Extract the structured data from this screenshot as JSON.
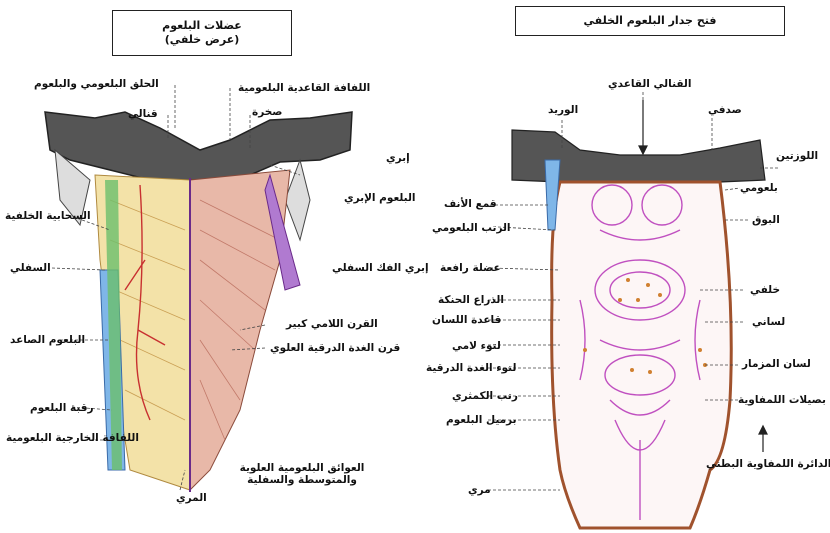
{
  "left_panel": {
    "title_line1": "عضلات البلعوم",
    "title_line2": "(عرض خلفي)",
    "labels": {
      "pharyngeal_raphe": "الحلق البلعومي والبلعوم",
      "basilar_aponeurosis": "اللفافة القاعدية البلعومية",
      "canal": "قنالي",
      "rock": "صخرة",
      "styloid": "إبري",
      "stylopharyngeus": "البلعوم الإبري",
      "cloud_layer": "السحابية الخلفية",
      "inferior": "السفلي",
      "styloglossus": "إبري الفك السفلي",
      "hyoid_horn": "القرن اللامي كبير",
      "thyroid_horn": "قرن الغدة الدرقية العلوي",
      "ascending_pharynx": "البلعوم الصاعد",
      "pharynx_neck": "رقبة البلعوم",
      "external_fascia": "اللفافة الخارجية البلعومية",
      "constrictors": "العوائق البلعومية العلوية والمتوسطة والسفلية",
      "esophagus": "المري"
    }
  },
  "right_panel": {
    "title": "فتح جدار البلعوم الخلفي",
    "labels": {
      "basilar_canal": "القنالي القاعدي",
      "vein": "الوريد",
      "shell": "صدفي",
      "tonsils": "اللوزتين",
      "pharyngeal": "بلعومي",
      "nasal_opening": "قمع الأنف",
      "trumpet": "البوق",
      "pharyngeal_ridge": "الرتب البلعومي",
      "levator": "عضلة رافعة",
      "posterior": "خلفي",
      "palatal_arch": "الذراع الحنكة",
      "tongue_base": "قاعدة اللسان",
      "lingual": "لساني",
      "lamellae": "لتوء لامي",
      "epiglottis": "لسان المزمار",
      "thyroid_lamellae": "لتوء الغدة الدرقية",
      "cricoid_ridge": "رتب الكمثري",
      "lymphatic_tissue": "بصيلات اللمفاوية",
      "pharyngeal_recess": "برميل البلعوم",
      "lymphatic_ring": "الدائرة اللمفاوية البطني",
      "esophagus": "مري"
    }
  },
  "colors": {
    "skull": "#555555",
    "muscle_pink": "#e8b8a8",
    "muscle_yellow": "#f3e2a8",
    "vessel_blue": "#7fb6e8",
    "nerve_purple": "#6a2a8a",
    "outline_brown": "#a0522d",
    "mucosa_magenta": "#c050c0"
  }
}
